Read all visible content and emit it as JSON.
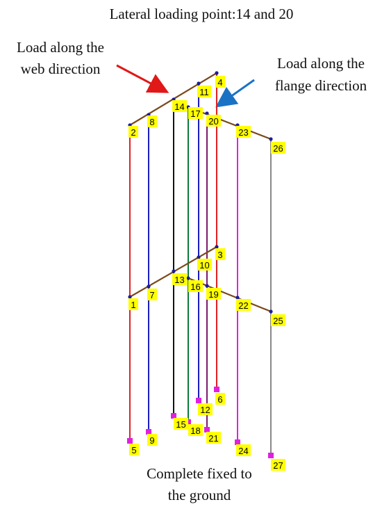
{
  "title": "Lateral loading point:14 and 20",
  "annotations": {
    "web_load": [
      "Load along the",
      "web direction"
    ],
    "flange_load": [
      "Load along the",
      "flange direction"
    ],
    "support": [
      "Complete fixed to",
      "the ground"
    ]
  },
  "colors": {
    "beam": "#7a4a1a",
    "node_dot": "#1e1e9a",
    "support": "#e020e0",
    "label_bg": "#ffff00",
    "arrow_web": "#e01818",
    "arrow_flange": "#1a72c4",
    "col_1": "#e02020",
    "col_7": "#1c1cc0",
    "col_13": "#111111",
    "col_16": "#0a7a3a",
    "col_10": "#1c1cc0",
    "col_19": "#7a1a6a",
    "col_3": "#e02020",
    "col_22": "#e020e0",
    "col_25": "#888888"
  },
  "nodes": {
    "n1": "1",
    "n2": "2",
    "n3": "3",
    "n4": "4",
    "n5": "5",
    "n6": "6",
    "n7": "7",
    "n8": "8",
    "n9": "9",
    "n10": "10",
    "n11": "11",
    "n12": "12",
    "n13": "13",
    "n14": "14",
    "n15": "15",
    "n16": "16",
    "n17": "17",
    "n18": "18",
    "n19": "19",
    "n20": "20",
    "n21": "21",
    "n22": "22",
    "n23": "23",
    "n24": "24",
    "n25": "25",
    "n26": "26",
    "n27": "27"
  }
}
